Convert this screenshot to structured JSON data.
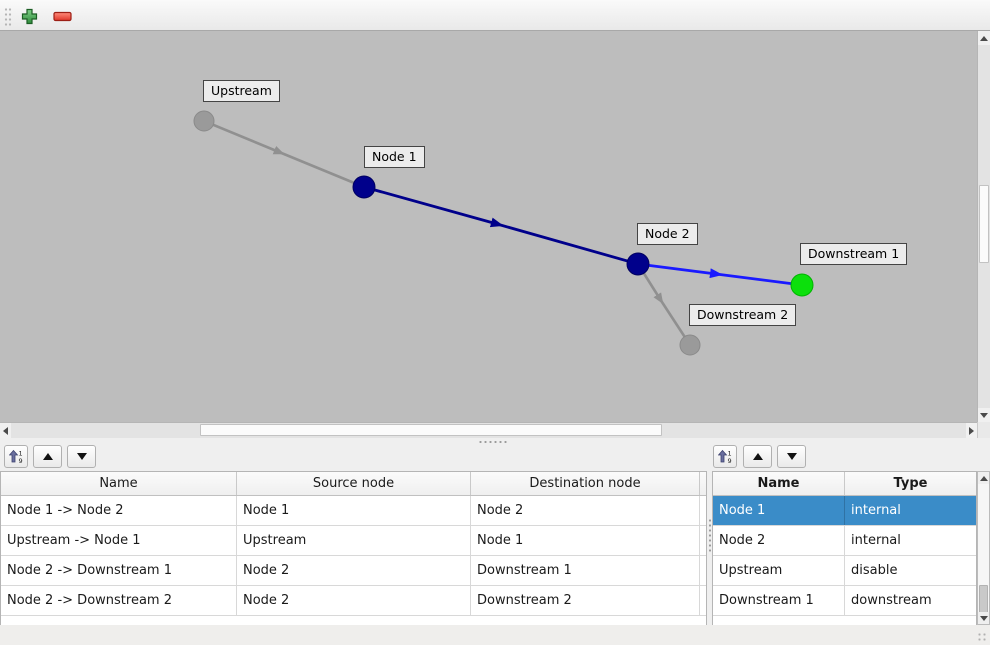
{
  "toolbar": {
    "add_tooltip": "add",
    "remove_tooltip": "remove"
  },
  "graph": {
    "background": "#bdbdbd",
    "nodes": [
      {
        "label": "Upstream",
        "color": "#9a9a9a"
      },
      {
        "label": "Node 1",
        "color": "#00008b"
      },
      {
        "label": "Node 2",
        "color": "#00008b"
      },
      {
        "label": "Downstream 1",
        "color": "#0ce00c"
      },
      {
        "label": "Downstream 2",
        "color": "#9a9a9a"
      }
    ],
    "edges": [
      {
        "from": "Upstream",
        "to": "Node 1",
        "color": "#909090"
      },
      {
        "from": "Node 1",
        "to": "Node 2",
        "color": "#00008b"
      },
      {
        "from": "Node 2",
        "to": "Downstream 1",
        "color": "#1a1aff"
      },
      {
        "from": "Node 2",
        "to": "Downstream 2",
        "color": "#909090"
      }
    ]
  },
  "edge_table": {
    "headers": [
      "Name",
      "Source node",
      "Destination node"
    ],
    "rows": [
      {
        "name": "Node 1 -> Node 2",
        "source": "Node 1",
        "destination": "Node 2"
      },
      {
        "name": "Upstream -> Node 1",
        "source": "Upstream",
        "destination": "Node 1"
      },
      {
        "name": "Node 2 -> Downstream 1",
        "source": "Node 2",
        "destination": "Downstream 1"
      },
      {
        "name": "Node 2 -> Downstream 2",
        "source": "Node 2",
        "destination": "Downstream 2"
      }
    ]
  },
  "node_table": {
    "headers": [
      "Name",
      "Type"
    ],
    "rows": [
      {
        "name": "Node 1",
        "type": "internal",
        "selected": true
      },
      {
        "name": "Node 2",
        "type": "internal",
        "selected": false
      },
      {
        "name": "Upstream",
        "type": "disable",
        "selected": false
      },
      {
        "name": "Downstream 1",
        "type": "downstream",
        "selected": false
      }
    ],
    "selection_color": "#3a8cc8"
  }
}
